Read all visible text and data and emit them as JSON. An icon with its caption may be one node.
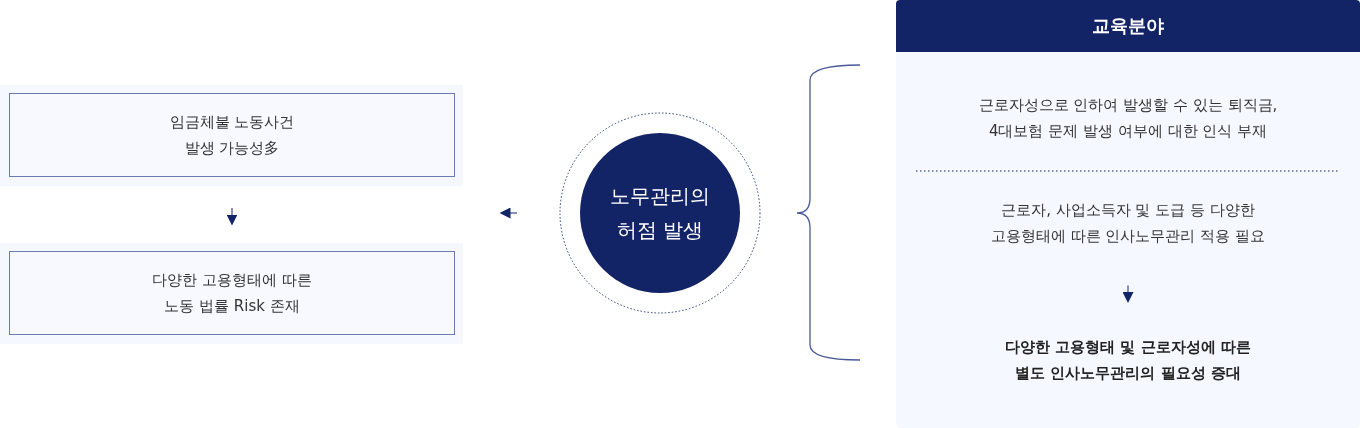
{
  "diagram": {
    "nodes": [
      {
        "text": [
          "임금체불 노동사건 발생 가능성多"
        ]
      },
      {
        "text": [
          "다양한 고용형태에 따른 노동 법률 Risk 존재"
        ]
      },
      {
        "text": [
          "노무관리의 허점 발생"
        ]
      },
      {
        "text": [
          "교육분야"
        ]
      },
      {
        "text": [
          "근로자성으로 인하여 발생할 수 있는 퇴직금, 4대보험 문제 발생 여부에 대한 인식 부재"
        ],
        "in": 3
      },
      {
        "text": [
          "근로자, 사업소득자 및 도급 등 다양한 고용형태에 따른 인사노무관리 적용 필요"
        ],
        "in": 3
      },
      {
        "text": [
          "다양한 고용형태 및 근로자성에 따른 별도 인사노무관리의 필요성 증대"
        ],
        "in": 3
      }
    ],
    "edges": [
      {
        "from": 0,
        "to": 1,
        "arrow": "to"
      },
      {
        "from": 2,
        "to": null,
        "arrow": "to"
      },
      {
        "from": 5,
        "to": 6,
        "arrow": "to"
      }
    ]
  }
}
